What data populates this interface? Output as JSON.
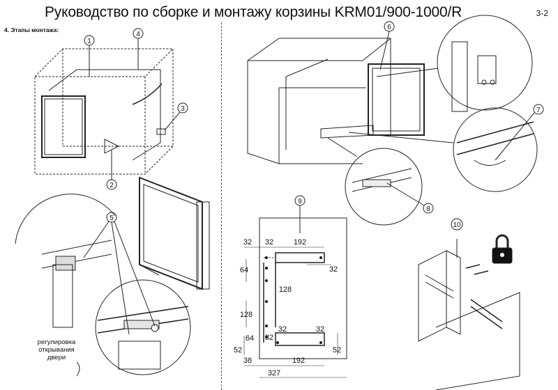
{
  "title": "Руководство по сборке и монтажу корзины KRM01/900-1000/R",
  "page_number": "3-2",
  "section_heading": "4. Этапы монтажа:",
  "callouts": [
    "1",
    "2",
    "3",
    "4",
    "5",
    "6",
    "7",
    "8",
    "9",
    "10"
  ],
  "note_adjust_line1": "регулировка",
  "note_adjust_line2": "открывания",
  "note_adjust_line3": "двери",
  "dimensions": {
    "top_left": "32",
    "top_mid": "32",
    "top_span": "192",
    "left_64a": "64",
    "right_32": "32",
    "center_128": "128",
    "left_128": "128",
    "mid_32a": "32",
    "right_32b": "32",
    "left_64b": "64",
    "mid_32b": "32",
    "left_52": "52",
    "right_52": "52",
    "bottom_38": "38",
    "bottom_192": "192",
    "bottom_327": "327"
  }
}
